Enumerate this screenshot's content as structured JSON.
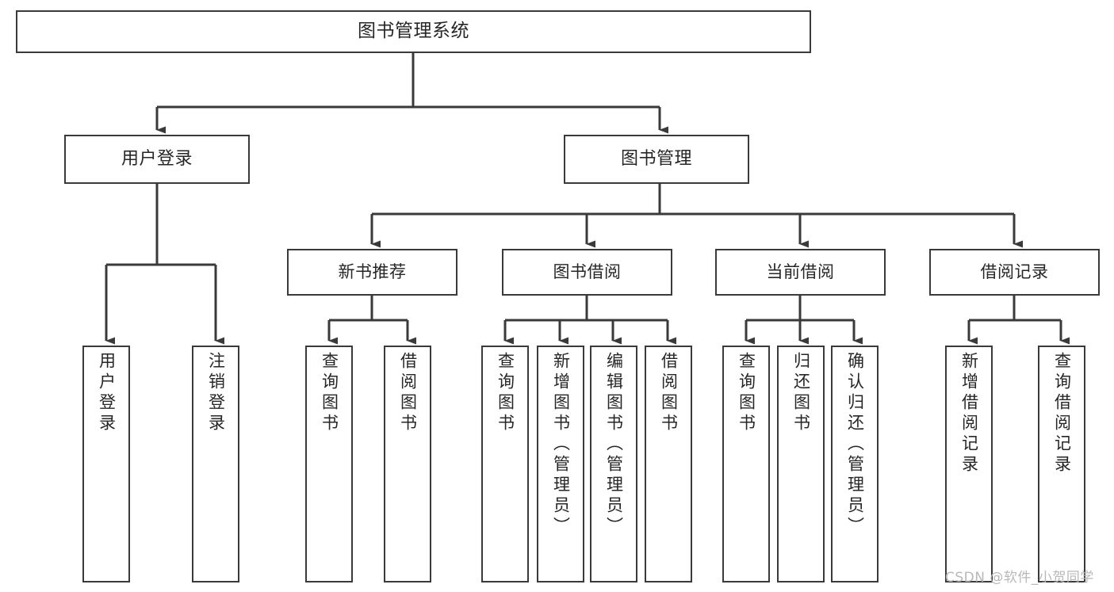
{
  "diagram": {
    "title": "图书管理系统",
    "type": "tree-hierarchy-chart",
    "root": {
      "label": "图书管理系统"
    },
    "level2": [
      {
        "label": "用户登录"
      },
      {
        "label": "图书管理"
      }
    ],
    "level3": [
      {
        "label": "新书推荐"
      },
      {
        "label": "图书借阅"
      },
      {
        "label": "当前借阅"
      },
      {
        "label": "借阅记录"
      }
    ],
    "leaves": {
      "user_login": [
        {
          "label": "用户登录"
        },
        {
          "label": "注销登录"
        }
      ],
      "new_book_recommend": [
        {
          "label": "查询图书"
        },
        {
          "label": "借阅图书"
        }
      ],
      "book_borrow": [
        {
          "label": "查询图书"
        },
        {
          "label": "新增图书（管理员）"
        },
        {
          "label": "编辑图书（管理员）"
        },
        {
          "label": "借阅图书"
        }
      ],
      "current_borrow": [
        {
          "label": "查询图书"
        },
        {
          "label": "归还图书"
        },
        {
          "label": "确认归还（管理员）"
        }
      ],
      "borrow_record": [
        {
          "label": "新增借阅记录"
        },
        {
          "label": "查询借阅记录"
        }
      ]
    },
    "watermark": "CSDN @软件_小贺同学",
    "colors": {
      "stroke": "#3a3a3a",
      "fill": "#ffffff",
      "text": "#262626",
      "watermark": "#b8b8b8"
    }
  }
}
